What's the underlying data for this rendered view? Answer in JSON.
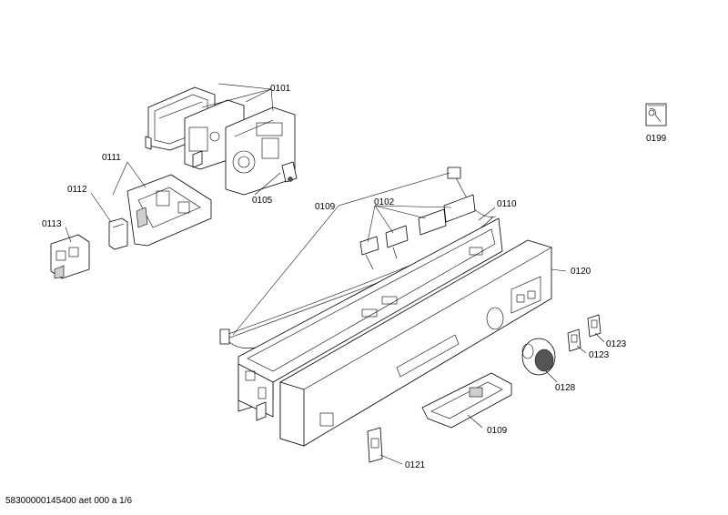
{
  "labels": {
    "p0101": "0101",
    "p0111": "0111",
    "p0112": "0112",
    "p0113": "0113",
    "p0105": "0105",
    "p0109a": "0109",
    "p0102": "0102",
    "p0110": "0110",
    "p0120": "0120",
    "p0123a": "0123",
    "p0123b": "0123",
    "p0128": "0128",
    "p0109b": "0109",
    "p0121": "0121",
    "p0199": "0199"
  },
  "footer": "58300000145400 aet 000 a 1/6",
  "icons": {
    "service": "wrench-icon"
  }
}
